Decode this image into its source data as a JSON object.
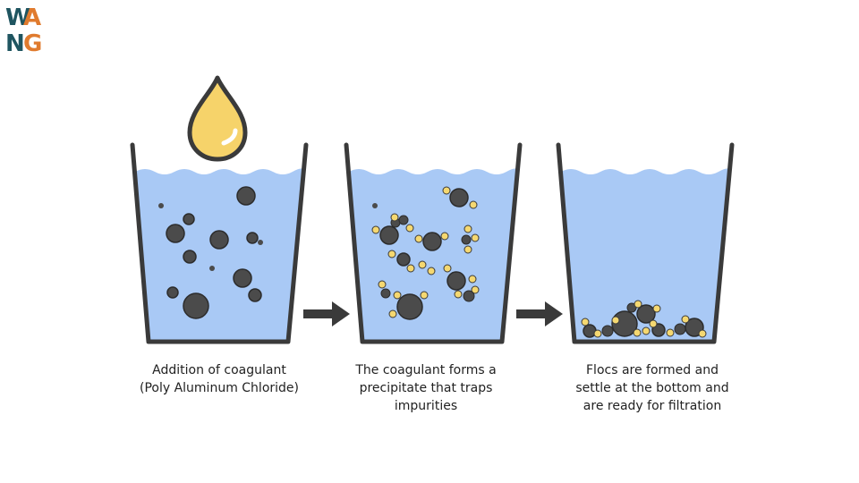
{
  "logo": {
    "letters": [
      "W",
      "A",
      "N",
      "G"
    ],
    "colors": [
      "#1f5560",
      "#e07b2e",
      "#1f5560",
      "#e07b2e"
    ]
  },
  "colors": {
    "water": "#a9c9f5",
    "water_line": "#bcd6f7",
    "glass": "#3a3a3a",
    "particle": "#4b4b4b",
    "coagulant": "#f5d871",
    "drop_fill": "#f6d36a",
    "arrow": "#3a3a3a"
  },
  "steps": [
    {
      "caption_lines": [
        "Addition of coagulant",
        "(Poly Aluminum Chloride)"
      ]
    },
    {
      "caption_lines": [
        "The coagulant forms a",
        "precipitate that traps",
        "impurities"
      ]
    },
    {
      "caption_lines": [
        "Flocs are formed and",
        "settle at the bottom and",
        "are ready for filtration"
      ]
    }
  ]
}
